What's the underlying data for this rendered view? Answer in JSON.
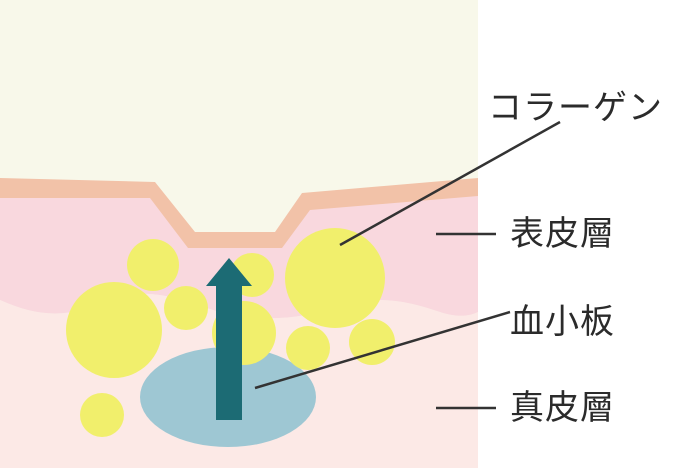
{
  "labels": {
    "collagen": "コラーゲン",
    "epidermis": "表皮層",
    "platelet": "血小板",
    "dermis": "真皮層"
  },
  "colors": {
    "background_top": "#f8f8ea",
    "surface_band": "#f2c2a8",
    "epidermis_layer": "#f9d8de",
    "dermis_layer": "#fce9e6",
    "collagen_fill": "#f1ef6c",
    "platelet_fill": "#9ec7d3",
    "arrow": "#1c6b74",
    "leader_line": "#333333"
  },
  "icons": {
    "arrow": "arrow-up-icon"
  }
}
